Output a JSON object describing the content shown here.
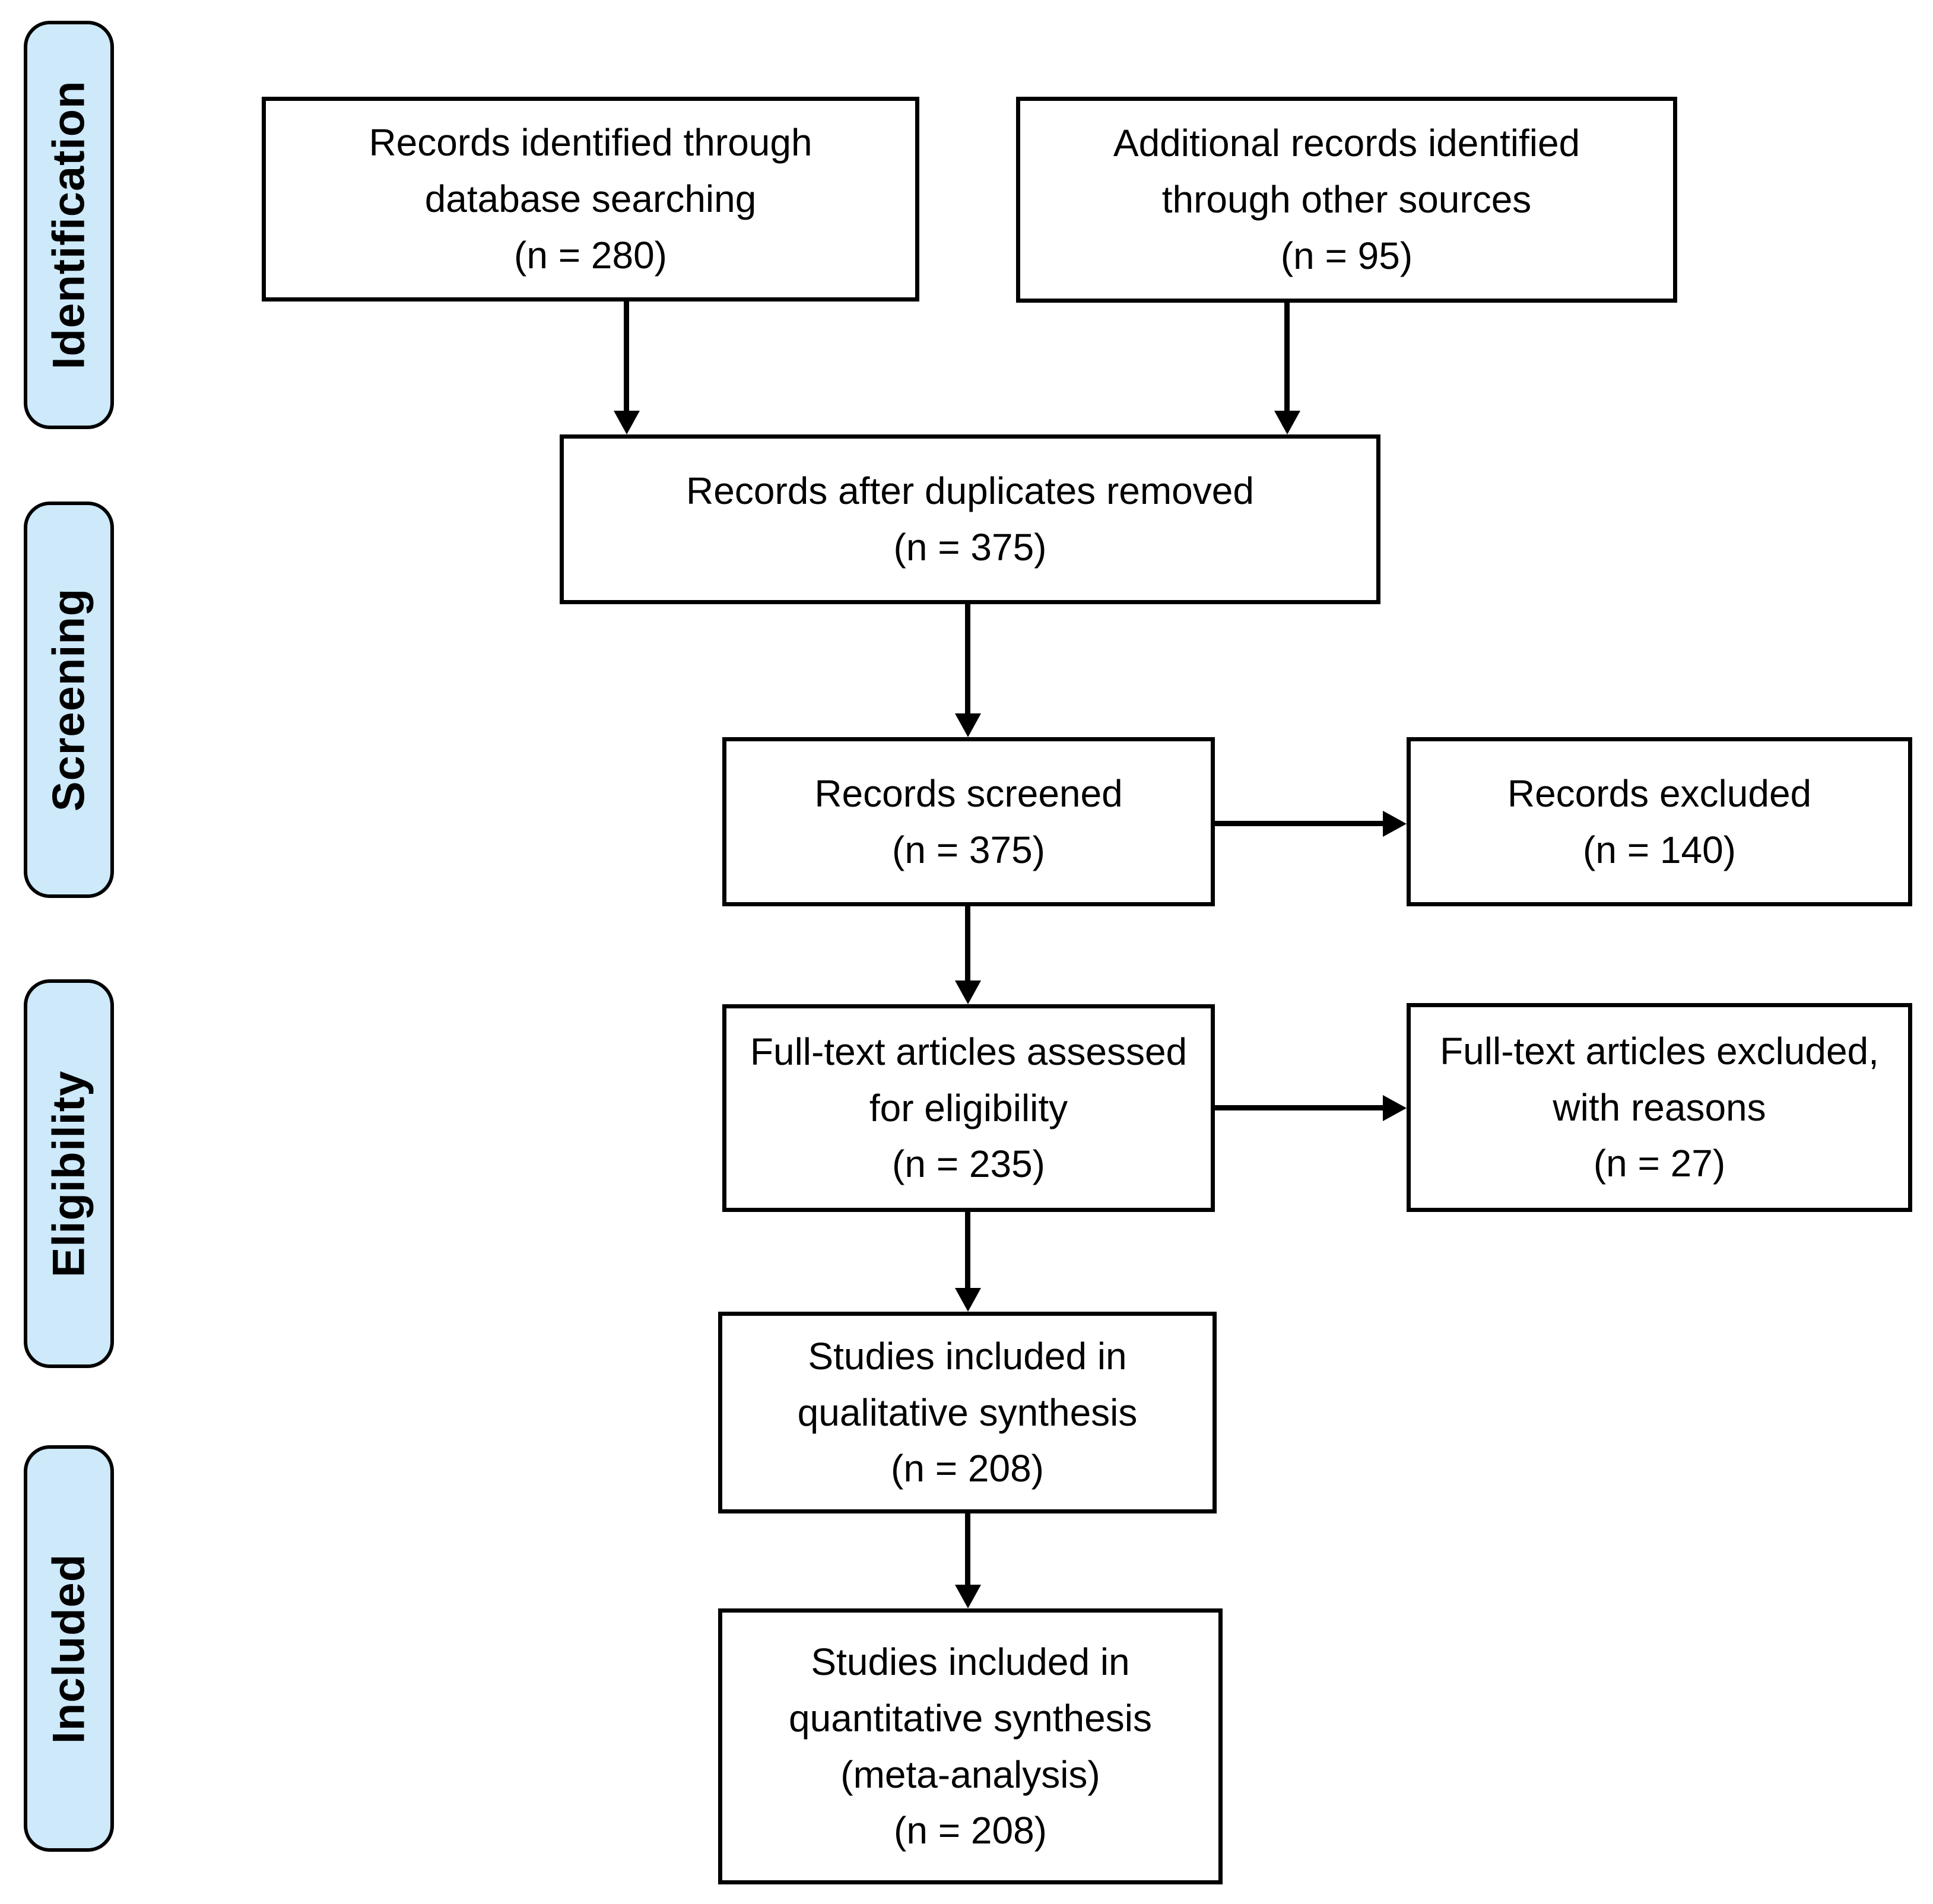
{
  "colors": {
    "stage_fill": "#cde9fa",
    "stage_border": "#000000",
    "box_border": "#000000",
    "arrow": "#000000",
    "background": "#ffffff",
    "text": "#000000"
  },
  "stages": [
    {
      "id": "identification",
      "label": "Identification"
    },
    {
      "id": "screening",
      "label": "Screening"
    },
    {
      "id": "eligibility",
      "label": "Eligibility"
    },
    {
      "id": "included",
      "label": "Included"
    }
  ],
  "boxes": [
    {
      "id": "records-identified",
      "text": "Records identified through\ndatabase searching\n(n = 280)",
      "n": 280
    },
    {
      "id": "additional-records",
      "text": "Additional records identified\nthrough other sources\n(n = 95)",
      "n": 95
    },
    {
      "id": "after-duplicates",
      "text": "Records after duplicates removed\n(n = 375)",
      "n": 375
    },
    {
      "id": "records-screened",
      "text": "Records screened\n(n = 375)",
      "n": 375
    },
    {
      "id": "records-excluded",
      "text": "Records excluded\n(n = 140)",
      "n": 140
    },
    {
      "id": "fulltext-assessed",
      "text": "Full-text articles assessed\nfor eligibility\n(n = 235)",
      "n": 235
    },
    {
      "id": "fulltext-excluded",
      "text": "Full-text articles excluded,\nwith reasons\n(n = 27)",
      "n": 27
    },
    {
      "id": "qualitative-synthesis",
      "text": "Studies included in\nqualitative synthesis\n(n = 208)",
      "n": 208
    },
    {
      "id": "quantitative-synthesis",
      "text": "Studies included in\nquantitative synthesis\n(meta-analysis)\n(n = 208)",
      "n": 208
    }
  ],
  "edges": [
    {
      "from": "records-identified",
      "to": "after-duplicates"
    },
    {
      "from": "additional-records",
      "to": "after-duplicates"
    },
    {
      "from": "after-duplicates",
      "to": "records-screened"
    },
    {
      "from": "records-screened",
      "to": "records-excluded"
    },
    {
      "from": "records-screened",
      "to": "fulltext-assessed"
    },
    {
      "from": "fulltext-assessed",
      "to": "fulltext-excluded"
    },
    {
      "from": "fulltext-assessed",
      "to": "qualitative-synthesis"
    },
    {
      "from": "qualitative-synthesis",
      "to": "quantitative-synthesis"
    }
  ]
}
